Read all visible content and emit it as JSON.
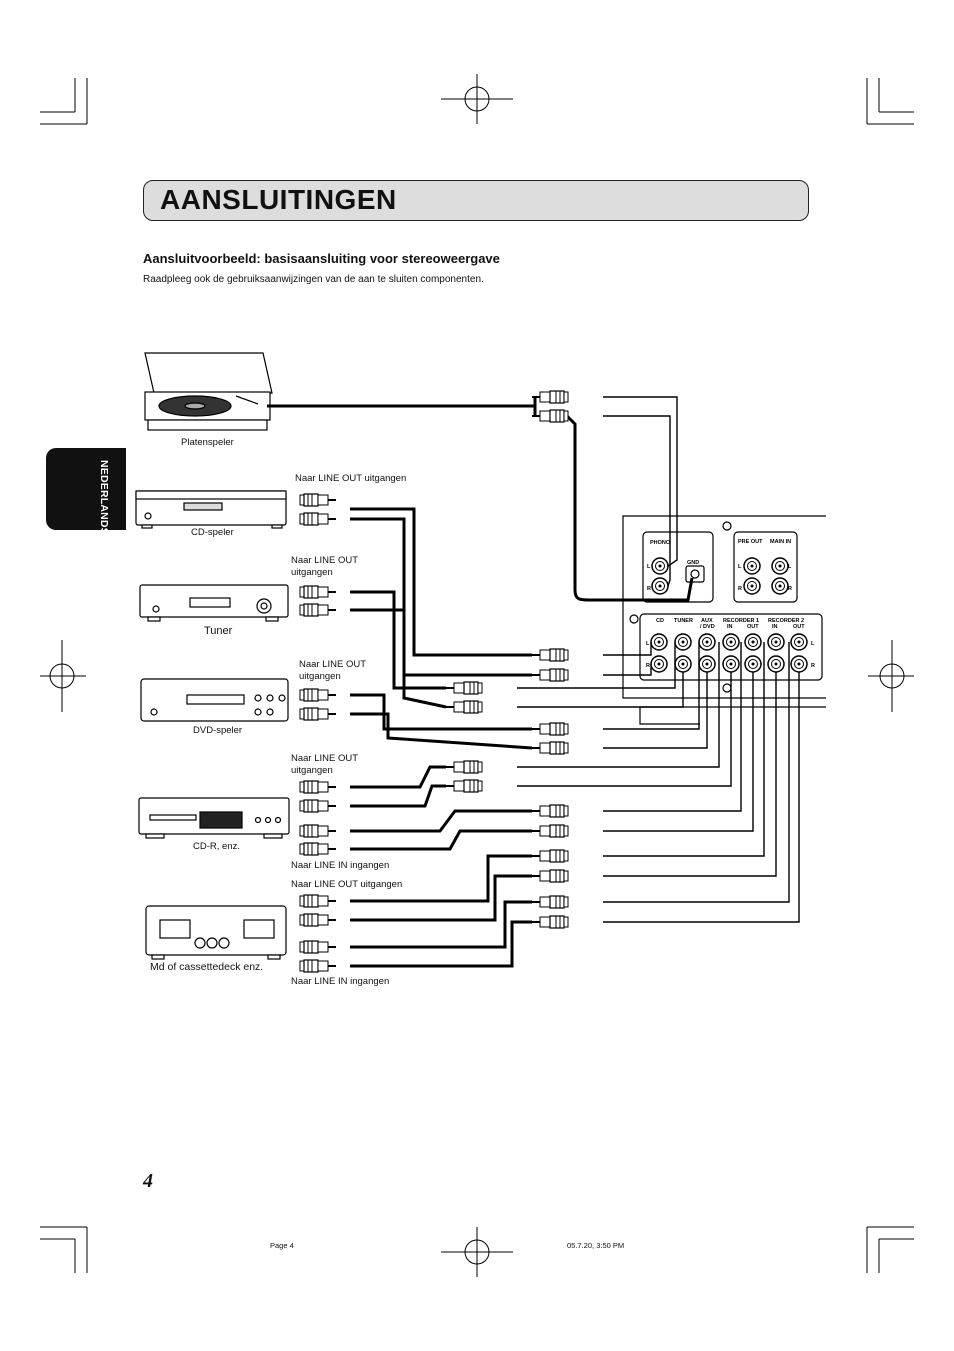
{
  "title": "AANSLUITINGEN",
  "subtitle": "Aansluitvoorbeeld: basisaansluiting voor stereoweergave",
  "intro": "Raadpleeg ook de gebruiksaanwijzingen van de aan te sluiten componenten.",
  "side_tab": "NEDERLANDS",
  "page_number": "4",
  "devices": {
    "turntable": "Platenspeler",
    "cd": "CD-speler",
    "tuner": "Tuner",
    "dvd": "DVD-speler",
    "cdr": "CD-R, enz.",
    "md": "Md of cassettedeck enz."
  },
  "connection_labels": {
    "cd_out": "Naar LINE OUT uitgangen",
    "tuner_out_1": "Naar LINE OUT",
    "tuner_out_2": "uitgangen",
    "dvd_out_1": "Naar LINE OUT",
    "dvd_out_2": "uitgangen",
    "cdr_out_1": "Naar LINE OUT",
    "cdr_out_2": "uitgangen",
    "cdr_in": "Naar LINE IN ingangen",
    "md_out": "Naar LINE OUT uitgangen",
    "md_in": "Naar LINE IN ingangen"
  },
  "amp_panel": {
    "phono": "PHONO",
    "gnd": "GND",
    "pre_out": "PRE OUT",
    "main_in": "MAIN IN",
    "cd": "CD",
    "tuner": "TUNER",
    "aux": "AUX",
    "dvd": "/ DVD",
    "rec1": "RECORDER 1",
    "rec2": "RECORDER 2",
    "in": "IN",
    "out": "OUT",
    "l": "L",
    "r": "R"
  },
  "footer": {
    "page": "Page 4",
    "date": "05.7.20, 3:50 PM"
  }
}
